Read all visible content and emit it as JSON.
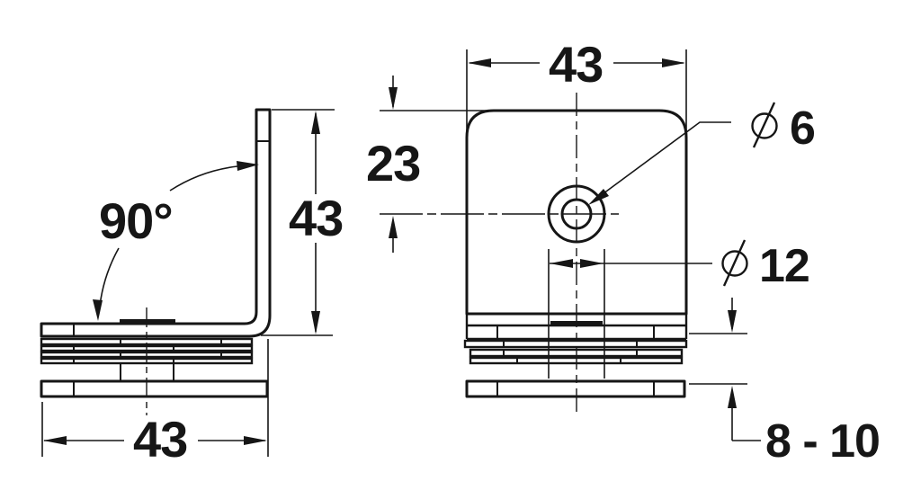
{
  "drawing": {
    "type": "technical-drawing",
    "part": "right-angle glass clamp bracket",
    "colors": {
      "line": "#161616",
      "background": "#ffffff"
    },
    "side_view": {
      "angle_label": "90°",
      "height_label": "43",
      "base_width_label": "43"
    },
    "front_view": {
      "width_label": "43",
      "hole_offset_label": "23",
      "hole_diameter": {
        "symbol": "diameter-sign",
        "value": "6"
      },
      "outer_diameter": {
        "symbol": "diameter-sign",
        "value": "12"
      },
      "clamp_range_label": "8 - 10"
    }
  }
}
